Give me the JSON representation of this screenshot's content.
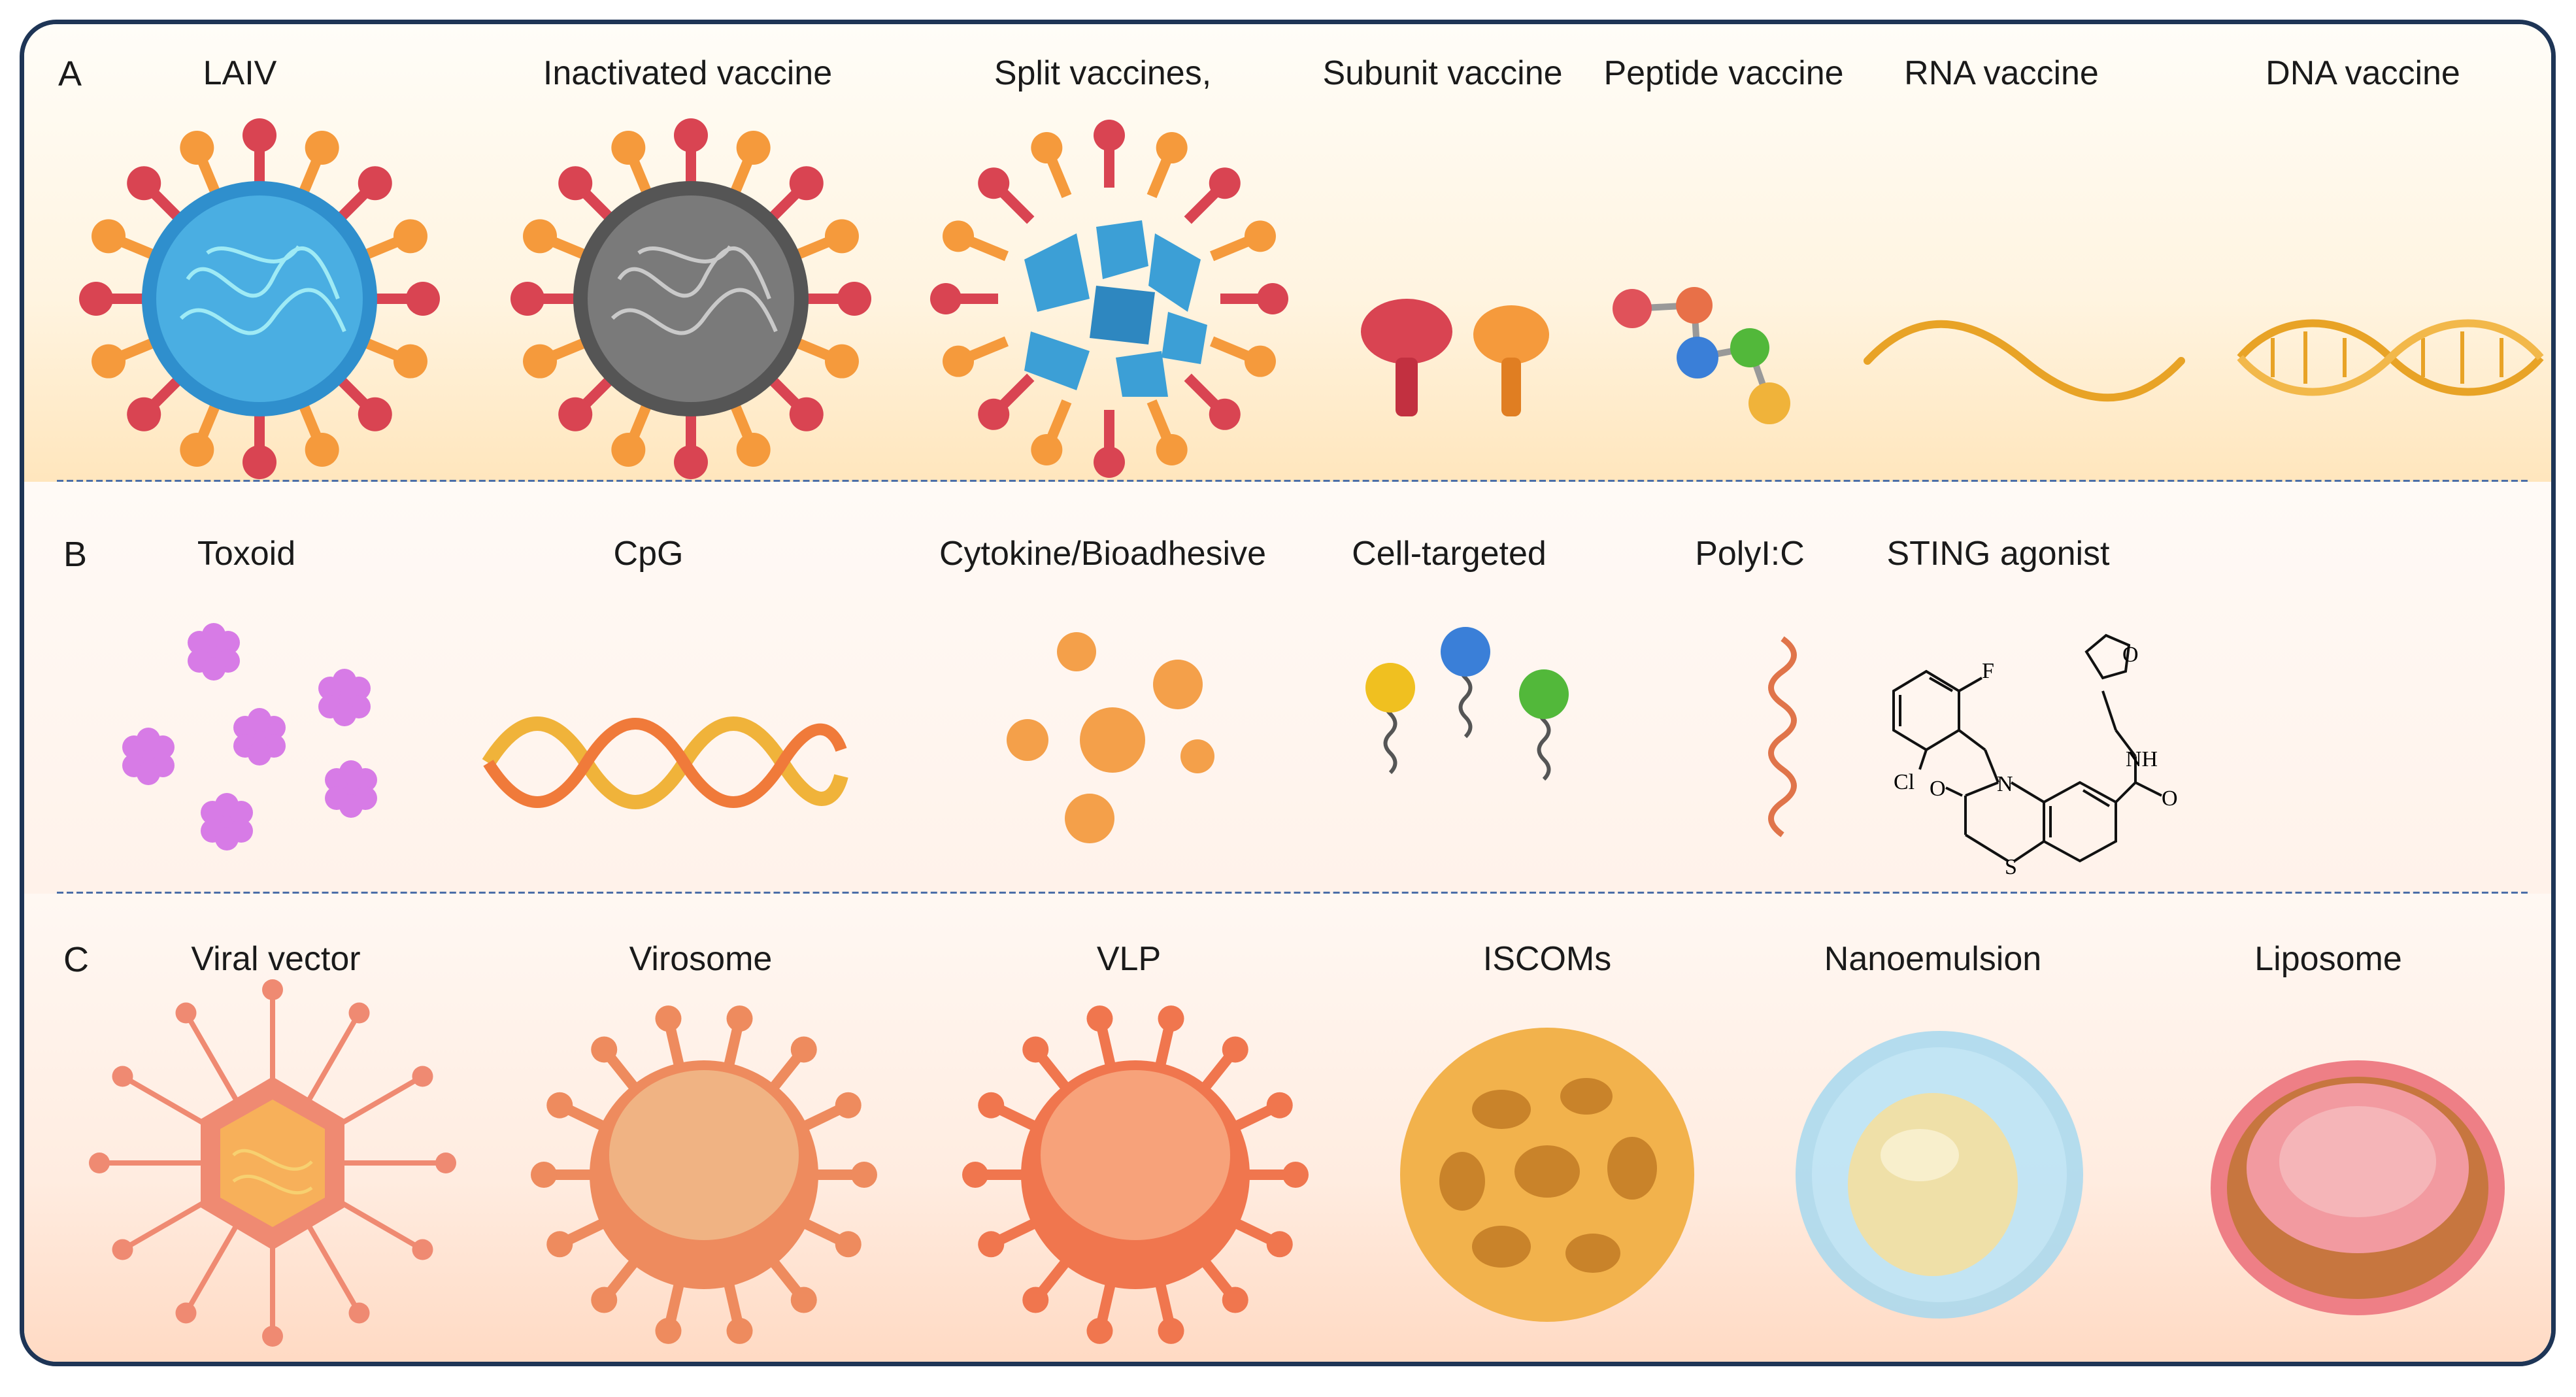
{
  "panels": {
    "a": {
      "letter": "A",
      "items": [
        "LAIV",
        "Inactivated vaccine",
        "Split vaccines,",
        "Subunit vaccine",
        "Peptide vaccine",
        "RNA vaccine",
        "DNA vaccine"
      ]
    },
    "b": {
      "letter": "B",
      "items": [
        "Toxoid",
        "CpG",
        "Cytokine/Bioadhesive",
        "Cell-targeted",
        "PolyI:C",
        "STING agonist"
      ],
      "chem": {
        "f": "F",
        "cl": "Cl",
        "n": "N",
        "nh": "NH",
        "o1": "O",
        "o2": "O",
        "o3": "O",
        "s": "S"
      }
    },
    "c": {
      "letter": "C",
      "items": [
        "Viral vector",
        "Virosome",
        "VLP",
        "ISCOMs",
        "Nanoemulsion",
        "Liposome"
      ]
    }
  },
  "colors": {
    "frame": "#1e3556",
    "divider": "#4b6ea8",
    "envelope_blue": "#3c9fd6",
    "envelope_gray": "#6e6e6e",
    "spike_red": "#d94452",
    "spike_orange": "#f59a3c",
    "rna_gold": "#e8a326",
    "toxoid_purple": "#d77be6",
    "particle_orange": "#f4a04a",
    "peptide_red": "#e0525a",
    "peptide_blue": "#3a7fd8",
    "peptide_green": "#52b83a",
    "peptide_yellow": "#f0b33a",
    "polyic": "#e0744a",
    "viral_vector": "#ef8a72",
    "virosome": "#ee8b5e",
    "vlp": "#f0764e",
    "iscom": "#f2b24c",
    "nanoemulsion_shell": "#a7d8ee",
    "nanoemulsion_core": "#efe0a8",
    "liposome": "#ee7f86"
  }
}
